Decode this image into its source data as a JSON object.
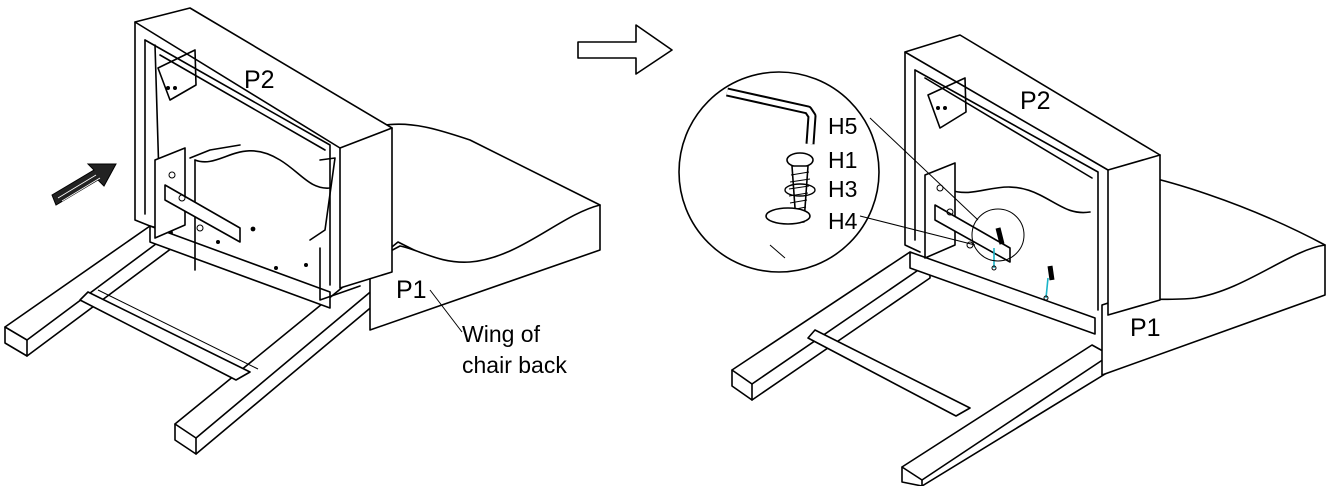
{
  "left_figure": {
    "part_labels": {
      "p2": "P2",
      "p1": "P1"
    },
    "callout_text": {
      "line1": "Wing of",
      "line2": "chair back"
    }
  },
  "right_figure": {
    "part_labels": {
      "p2": "P2",
      "p1": "P1"
    },
    "hardware_labels": {
      "h5": "H5",
      "h1": "H1",
      "h3": "H3",
      "h4": "H4"
    }
  },
  "colors": {
    "line": "#000000",
    "background": "#ffffff",
    "guide": "#1ab4c8"
  },
  "icons": {
    "push_arrow": "thick-arrow-icon",
    "step_arrow": "outline-arrow-icon"
  }
}
